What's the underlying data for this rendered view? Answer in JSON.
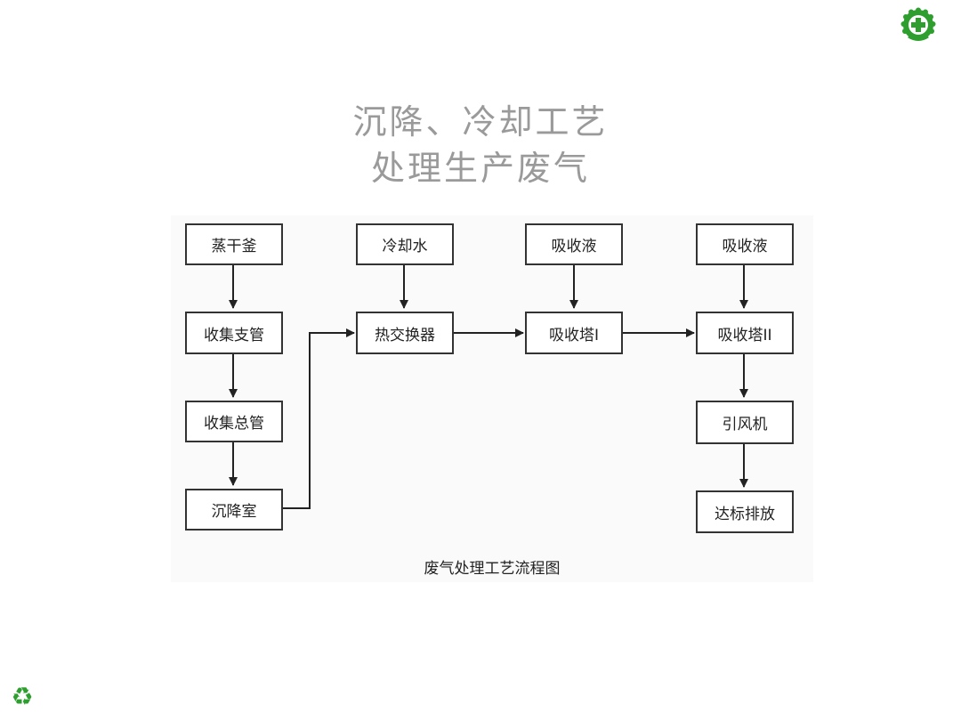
{
  "title": {
    "line1": "沉降、冷却工艺",
    "line2": "处理生产废气"
  },
  "logo_icon": "green-cross-emblem",
  "recycle_icon": "recycle-icon",
  "colors": {
    "title": "#9a9a9a",
    "logo": "#2e9e2e",
    "box_border": "#333333"
  },
  "diagram": {
    "nodes": {
      "steam_kettle": "蒸干釜",
      "branch_pipe": "收集支管",
      "main_pipe": "收集总管",
      "settling_chamber": "沉降室",
      "cooling_water": "冷却水",
      "heat_exchanger": "热交换器",
      "absorbent_1": "吸收液",
      "absorber_1": "吸收塔I",
      "absorbent_2": "吸收液",
      "absorber_2": "吸收塔II",
      "fan": "引风机",
      "discharge": "达标排放"
    },
    "caption": "废气处理工艺流程图"
  }
}
